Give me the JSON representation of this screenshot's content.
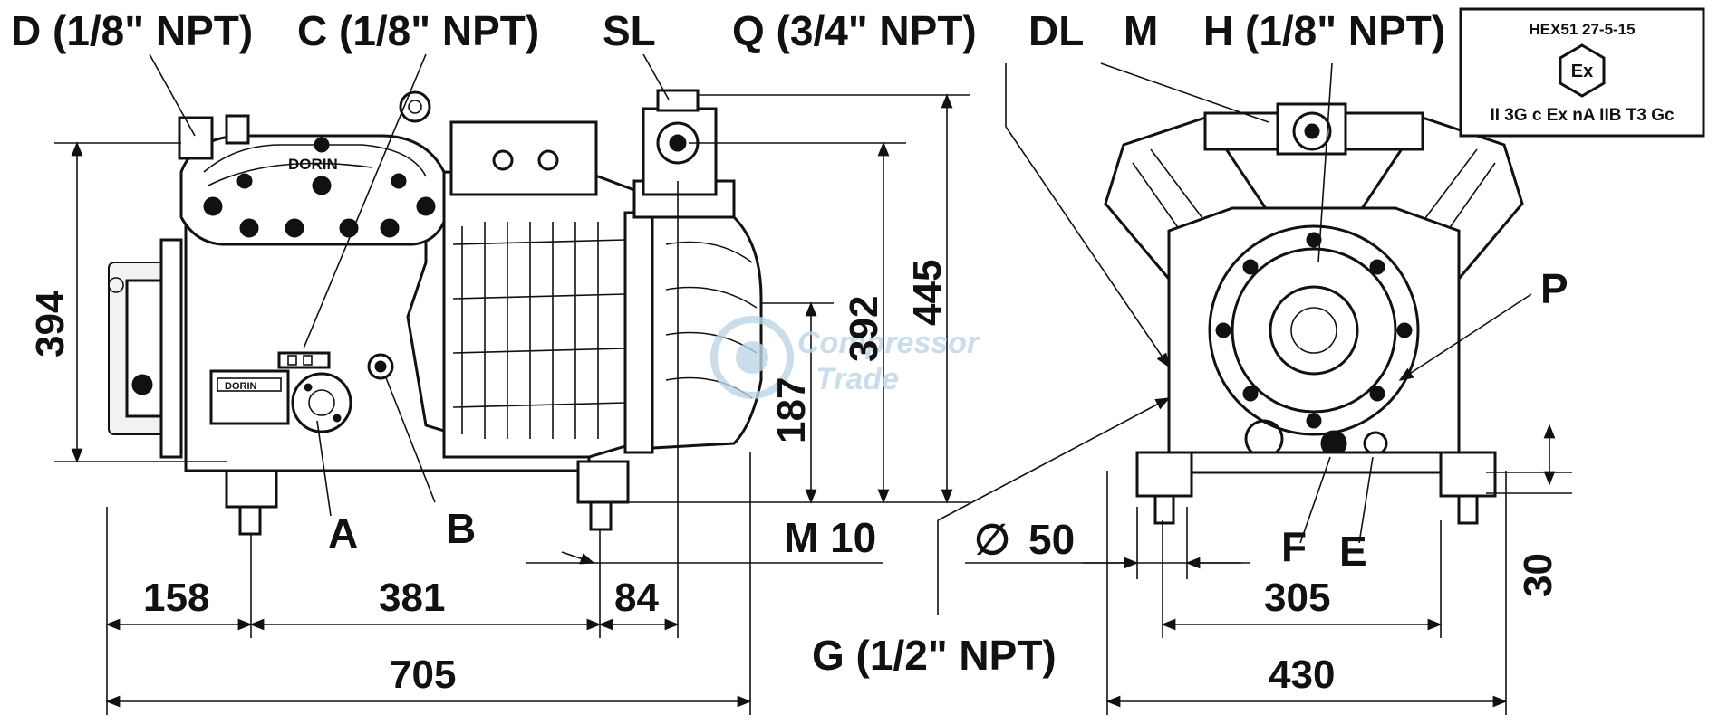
{
  "labels": {
    "D": "D (1/8\" NPT)",
    "C": "C (1/8\" NPT)",
    "SL": "SL",
    "Q": "Q (3/4\" NPT)",
    "DL": "DL",
    "M": "M",
    "H": "H (1/8\" NPT)",
    "A": "A",
    "B": "B",
    "P": "P",
    "F": "F",
    "E": "E",
    "G": "G (1/2\" NPT)",
    "M10": "M 10",
    "dia_symbol": "∅",
    "dia_value": "50"
  },
  "dimensions": {
    "h394": "394",
    "h392": "392",
    "h445": "445",
    "h187": "187",
    "w158": "158",
    "w381": "381",
    "w84": "84",
    "w705": "705",
    "w305": "305",
    "w430": "430",
    "h30": "30"
  },
  "cert": {
    "code": "HEX51 27-5-15",
    "mark": "Ex",
    "marking": "II 3G c Ex nA IIB T3 Gc"
  },
  "watermark": {
    "line1": "Compressor",
    "line2": "Trade"
  },
  "nameplate": "DORIN",
  "head_logo": "DORIN"
}
